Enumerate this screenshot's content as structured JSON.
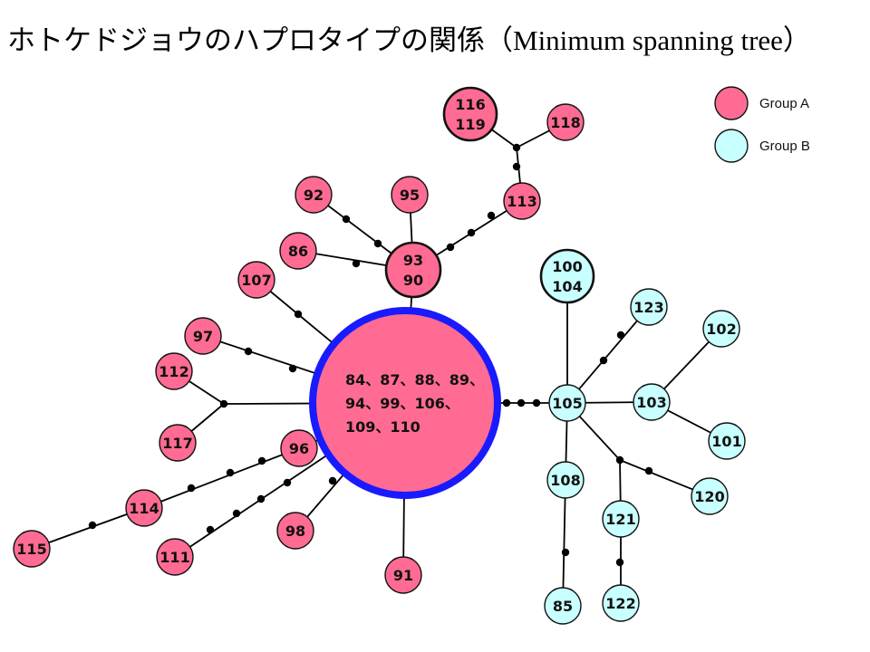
{
  "title": {
    "jp": "ホトケドジョウのハプロタイプの関係",
    "paren_open": "（",
    "en": "Minimum spanning tree",
    "paren_close": "）"
  },
  "legend": [
    {
      "key": "A",
      "label": "Group A",
      "color": "#ff6b92"
    },
    {
      "key": "B",
      "label": "Group B",
      "color": "#c8ffff"
    }
  ],
  "colors": {
    "hub_border": "#1a1aff",
    "edge": "#000000",
    "node_border": "#111111"
  },
  "nodes": {
    "hub": {
      "group": "A",
      "lines": [
        "84、87、88、89、",
        "94、99、106、",
        "109、110"
      ]
    },
    "n9390": {
      "group": "A",
      "lines": [
        "93",
        "90"
      ]
    },
    "n116": {
      "group": "A",
      "lines": [
        "116",
        "119"
      ]
    },
    "n118": {
      "group": "A",
      "lines": [
        "118"
      ]
    },
    "n113": {
      "group": "A",
      "lines": [
        "113"
      ]
    },
    "n92": {
      "group": "A",
      "lines": [
        "92"
      ]
    },
    "n95": {
      "group": "A",
      "lines": [
        "95"
      ]
    },
    "n86": {
      "group": "A",
      "lines": [
        "86"
      ]
    },
    "n107": {
      "group": "A",
      "lines": [
        "107"
      ]
    },
    "n97": {
      "group": "A",
      "lines": [
        "97"
      ]
    },
    "n112": {
      "group": "A",
      "lines": [
        "112"
      ]
    },
    "n117": {
      "group": "A",
      "lines": [
        "117"
      ]
    },
    "n96": {
      "group": "A",
      "lines": [
        "96"
      ]
    },
    "n114": {
      "group": "A",
      "lines": [
        "114"
      ]
    },
    "n115": {
      "group": "A",
      "lines": [
        "115"
      ]
    },
    "n111": {
      "group": "A",
      "lines": [
        "111"
      ]
    },
    "n98": {
      "group": "A",
      "lines": [
        "98"
      ]
    },
    "n91": {
      "group": "A",
      "lines": [
        "91"
      ]
    },
    "n105": {
      "group": "B",
      "lines": [
        "105"
      ]
    },
    "n100": {
      "group": "B",
      "lines": [
        "100",
        "104"
      ]
    },
    "n123": {
      "group": "B",
      "lines": [
        "123"
      ]
    },
    "n102": {
      "group": "B",
      "lines": [
        "102"
      ]
    },
    "n103": {
      "group": "B",
      "lines": [
        "103"
      ]
    },
    "n101": {
      "group": "B",
      "lines": [
        "101"
      ]
    },
    "n108": {
      "group": "B",
      "lines": [
        "108"
      ]
    },
    "n120": {
      "group": "B",
      "lines": [
        "120"
      ]
    },
    "n121": {
      "group": "B",
      "lines": [
        "121"
      ]
    },
    "n85": {
      "group": "B",
      "lines": [
        "85"
      ]
    },
    "n122": {
      "group": "B",
      "lines": [
        "122"
      ]
    }
  }
}
